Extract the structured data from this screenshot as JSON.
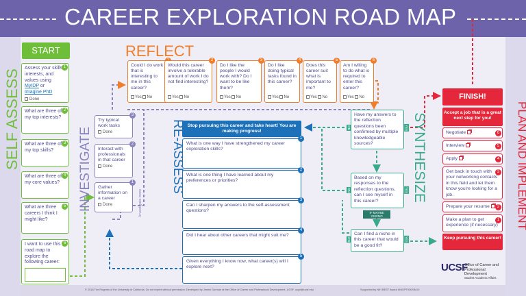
{
  "title": "CAREER EXPLORATION ROAD MAP",
  "sections": {
    "self_assess": "SELF ASSESS",
    "reflect": "REFLECT",
    "investigate": "INVESTIGATE",
    "reassess": "RE-ASSESS",
    "synthesize": "SYNTHESIZE",
    "plan": "PLAN AND IMPLEMENT"
  },
  "start": {
    "label": "START",
    "steps": [
      {
        "num": "1",
        "text": "Assess your skills, interests, and values using",
        "link1": "MyIDP",
        "or": " or ",
        "link2": "Imagine PhD",
        "done": "Done"
      },
      {
        "num": "2",
        "text": "What are three of my top interests?"
      },
      {
        "num": "3",
        "text": "What are three of my top skills?"
      },
      {
        "num": "4",
        "text": "What are three of my core values?"
      },
      {
        "num": "5",
        "text": "What are three careers I think I might like?"
      },
      {
        "num": "6",
        "text": "I want to use this road map to explore the following career:"
      }
    ]
  },
  "reflect": {
    "yes": "Yes",
    "no": "No",
    "cards": [
      {
        "num": "1",
        "text": "Could I do work that is interesting to me in this career?"
      },
      {
        "num": "2",
        "text": "Would this career involve a tolerable amount of work I do not find interesting?"
      },
      {
        "num": "3",
        "text": "Do I like the people I would work with? Do I want to be like them?"
      },
      {
        "num": "4",
        "text": "Do I like doing typical tasks found in this career?"
      },
      {
        "num": "5",
        "text": "Does this career suit what is important to me?"
      },
      {
        "num": "6",
        "text": "Am I willing to do what is required to enter this career?"
      }
    ]
  },
  "investigate": {
    "sublabel": "Investigate more",
    "done": "Done",
    "cards": [
      {
        "num": "3",
        "text": "Try typical work tasks"
      },
      {
        "num": "2",
        "text": "Interact with professionals in that career"
      },
      {
        "num": "1",
        "text": "Gather information on a career"
      }
    ]
  },
  "reassess": {
    "header": "Stop pursuing this career and take heart! You are making progress!",
    "questions": [
      {
        "num": "1",
        "text": "What is one way I have strengthened my career exploration skills?"
      },
      {
        "num": "2",
        "text": "What is one thing I have learned about my preferences or priorities?"
      },
      {
        "num": "3",
        "text": "Can I sharpen my answers to the self-assessment questions?"
      },
      {
        "num": "4",
        "text": "Did I hear about other careers that might suit me?"
      },
      {
        "num": "5",
        "text": "Given everything I know now, what career(s) will I explore next?"
      }
    ]
  },
  "synthesize": {
    "no": "NO",
    "yes": "YES",
    "maybe": "IF MAYBE YES/NO",
    "cards": [
      {
        "text": "Have my answers to the reflection questions been confirmed by multiple knowledgeable sources?"
      },
      {
        "text": "Based on my responses to the reflection questions, can I see myself in this career?"
      },
      {
        "text": "Can I find a niche in this career that would be a good fit?"
      }
    ]
  },
  "finish": {
    "label": "FINISH!",
    "top": "Accept a job that is a great next step for you!",
    "steps": [
      {
        "num": "6",
        "text": "Negotiate"
      },
      {
        "num": "5",
        "text": "Interview"
      },
      {
        "num": "4",
        "text": "Apply"
      },
      {
        "num": "3",
        "text": "Get back in touch with your networking contacts in this field and let them know you're looking for a job."
      },
      {
        "num": "2",
        "text": "Prepare your resume"
      },
      {
        "num": "1",
        "text": "Make a plan to get experience (if necessary)"
      }
    ],
    "bottom": "Keep pursuing this career!"
  },
  "logo": {
    "mark": "UCSF",
    "office": "Office of Career and Professional Development",
    "sub": "Student Academic Affairs"
  },
  "footer": {
    "copyright": "© 2018 The Regents of the University of California. Do not reprint without permission. Developed by Jennie Dorman at the Office of Career and Professional Development, UCSF. ocpd@ucsf.edu",
    "award": "Supported by NIH BEST Award #NIGPT000/06.00"
  },
  "colors": {
    "header": "#6c63ab",
    "start_green": "#6fbe3a",
    "reflect_orange": "#f07d2a",
    "investigate_purple": "#8a84bd",
    "reassess_blue": "#1d71b8",
    "synthesize_teal": "#3aa98b",
    "finish_red": "#e4273a"
  }
}
